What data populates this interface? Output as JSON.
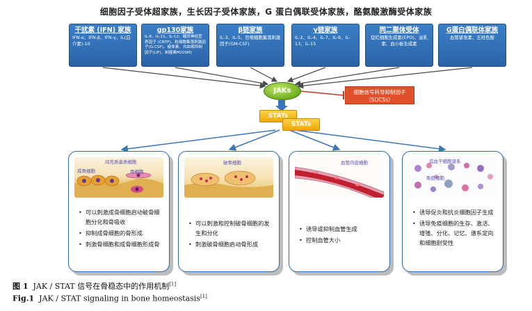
{
  "header": {
    "title": "细胞因子受体超家族，生长因子受体家族，G 蛋白偶联受体家族，酪氨酸激酶受体家族"
  },
  "receptors": [
    {
      "title": "干扰素 (IFN) 家族",
      "members": "IFN-α、IFN-β、IFN-γ、IL(白介素)-10"
    },
    {
      "title": "gp130家族",
      "members": "IL-6、IL-11、IL-12、睫状神经营养因子 (CNTF)、粒细胞集落刺激因子(G-CSF)、瘦体素、白血病抑制因子(LIF)、制瘤素M(OSM)"
    },
    {
      "title": "β链家族",
      "members": "IL-3、IL-5、巨噬细胞集落刺激因子(GM-CSF)"
    },
    {
      "title": "γ链家族",
      "members": "IL-2、IL-4、IL-7、IL-9、IL-13、IL-15"
    },
    {
      "title": "同二聚体受体",
      "members": "促红细胞生成素(EPO)、泌乳素、血小板生成素"
    },
    {
      "title": "G蛋白偶联体家族",
      "members": "血管紧张素、五羟色胺"
    }
  ],
  "jaks": {
    "label": "JAKs"
  },
  "socs": {
    "label": "细胞信号转导抑制因子（SOCSs）"
  },
  "stats": {
    "label1": "STATs",
    "label2": "STATs"
  },
  "panels": [
    {
      "labels": [
        "间充质基质细胞",
        "成骨细胞",
        "骨细胞"
      ],
      "bullets": [
        "可以刺激成骨细胞启动破骨细胞分化和骨吸收",
        "抑制成骨细胞的骨形成",
        "刺激骨细胞和成骨细胞形成骨"
      ]
    },
    {
      "labels": [
        "破骨细胞"
      ],
      "bullets": [
        "可以刺激和控制破骨细胞的发生和分化",
        "刺激破骨细胞启动骨形成"
      ]
    },
    {
      "labels": [
        "血管内皮细胞"
      ],
      "bullets": [
        "诱导或抑制血管生成",
        "控制血管大小"
      ]
    },
    {
      "labels": [
        "造血干细胞谱系",
        "免疫细胞"
      ],
      "bullets": [
        "诱导促炎和抗炎细胞因子生成",
        "诱导免疫细胞的生存、激活、增殖、分化、记忆、谱系定向和细胞耐受性"
      ]
    }
  ],
  "caption": {
    "cn_prefix": "图 1",
    "cn_text": "JAK / STAT 信号在骨稳态中的作用机制",
    "cn_ref": "[1]",
    "en_prefix": "Fig.1",
    "en_text": "JAK / STAT signaling in bone homeostasis",
    "en_ref": "[1]"
  },
  "colors": {
    "receptor": "#2b63a8",
    "jaks": "#6fae1e",
    "socs": "#e0512b",
    "stats": "#f0a800",
    "panel_border": "#2c6db3"
  }
}
